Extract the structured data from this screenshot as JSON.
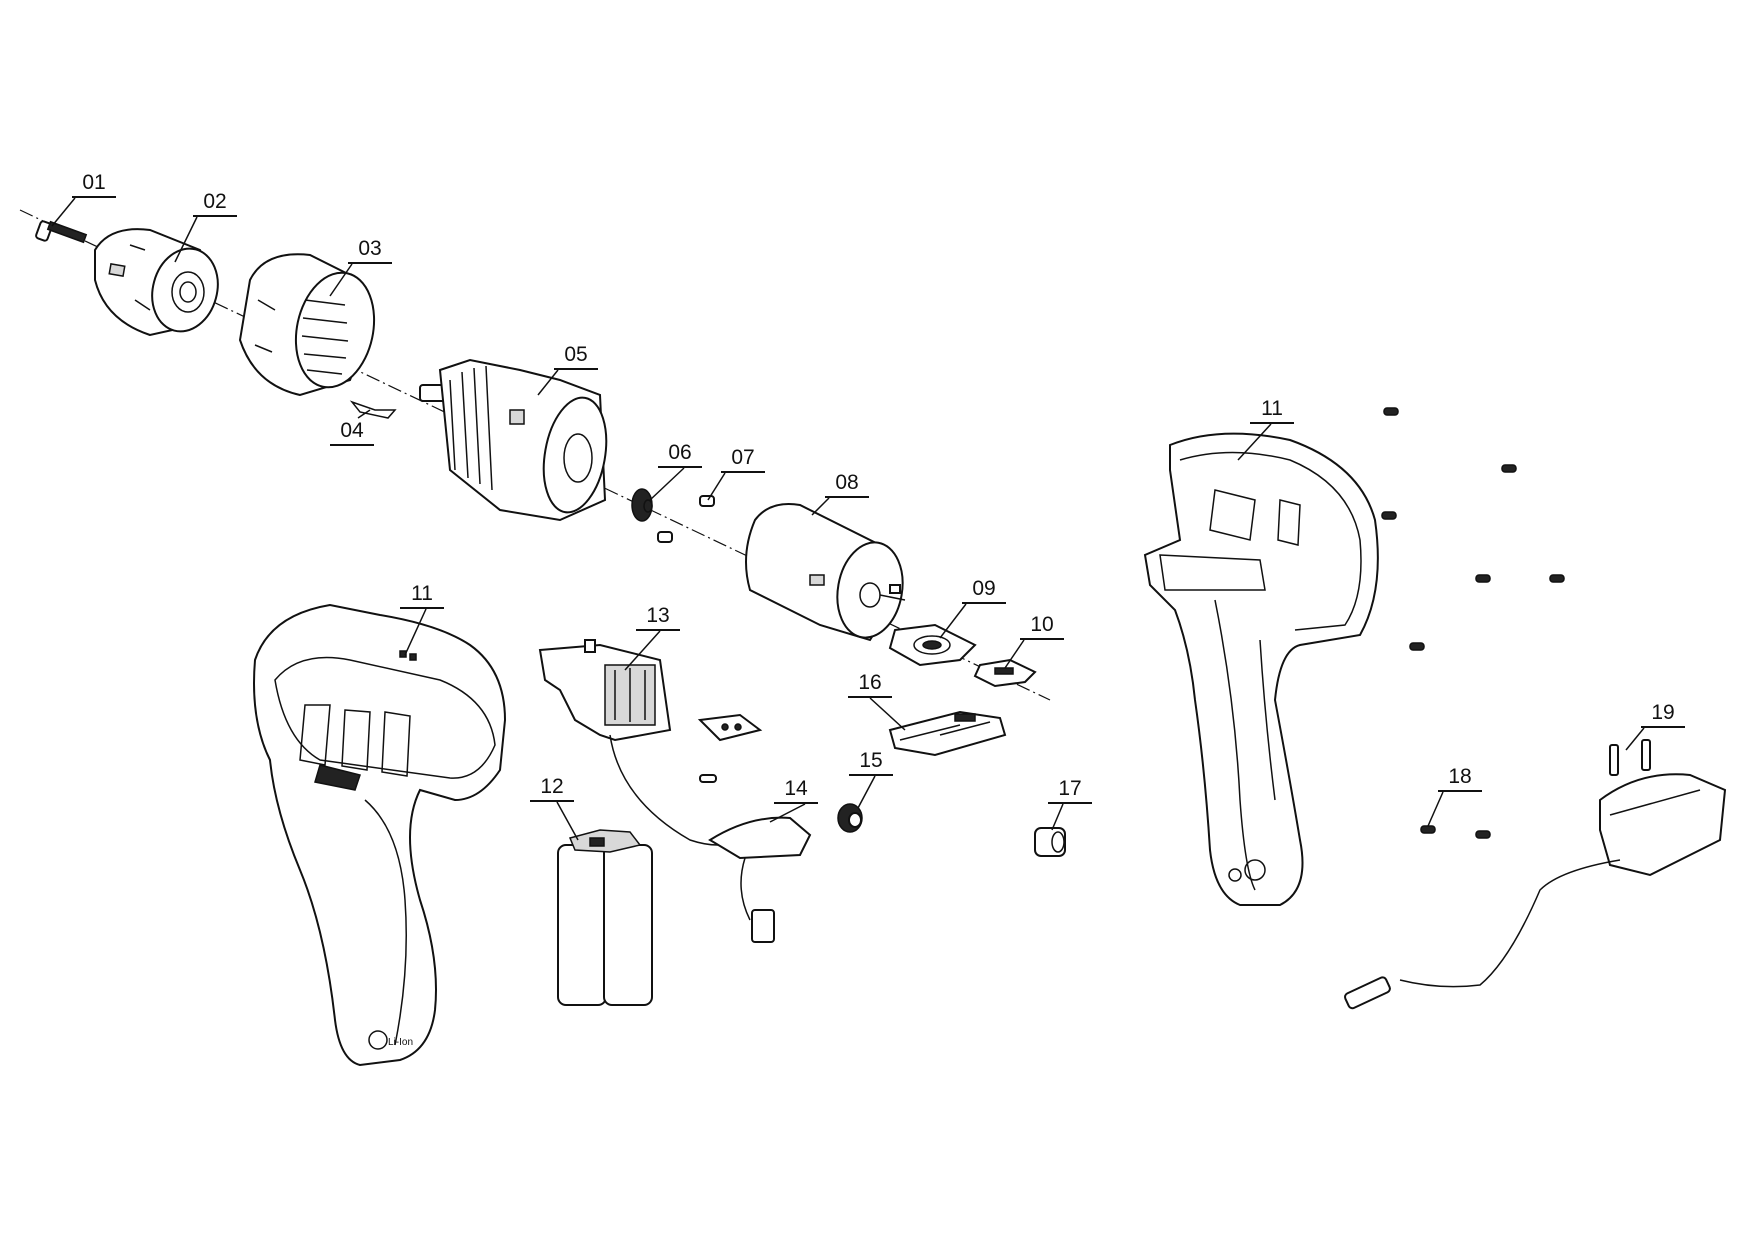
{
  "callouts": {
    "p01": "01",
    "p02": "02",
    "p03": "03",
    "p04": "04",
    "p05": "05",
    "p06": "06",
    "p07": "07",
    "p08": "08",
    "p09": "09",
    "p10": "10",
    "p11_left": "11",
    "p11_right": "11",
    "p12": "12",
    "p13": "13",
    "p14": "14",
    "p15": "15",
    "p16": "16",
    "p17": "17",
    "p18": "18",
    "p19": "19"
  },
  "housing_logo_text": "Li-Ion"
}
